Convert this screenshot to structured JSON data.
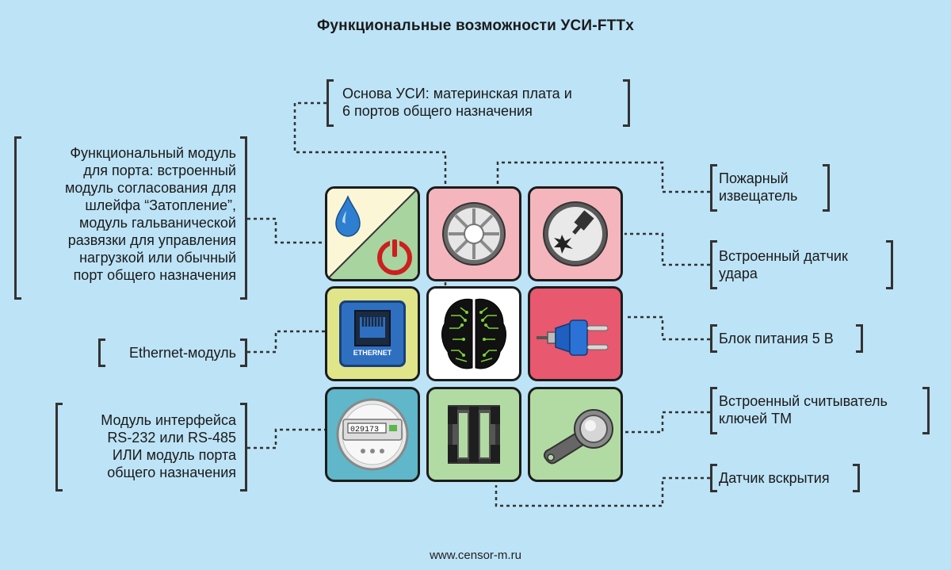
{
  "title": "Функциональные возможности УСИ-FTTx",
  "footer": "www.censor-m.ru",
  "labels": {
    "osnova": [
      "Основа УСИ: материнская плата и",
      "6 портов общего назначения"
    ],
    "func_module": [
      "Функциональный модуль",
      "для порта: встроенный",
      "модуль согласования для",
      "шлейфа “Затопление”,",
      "модуль гальванической",
      "развязки для управления",
      "нагрузкой или обычный",
      "порт общего назначения"
    ],
    "ethernet": "Ethernet-модуль",
    "interface": [
      "Модуль интерфейса",
      "RS-232 или RS-485",
      "ИЛИ модуль порта",
      "общего назначения"
    ],
    "fire": [
      "Пожарный",
      "извещатель"
    ],
    "shock": [
      "Встроенный датчик",
      "удара"
    ],
    "power": "Блок питания 5 В",
    "tm_reader": [
      "Встроенный считыватель",
      "ключей ТМ"
    ],
    "tamper": "Датчик вскрытия"
  },
  "icons": {
    "ethernet_caption": "ETHERNET",
    "meter_digits": "029173"
  },
  "colors": {
    "background": "#bde3f6",
    "tile_cream": "#fbf6d6",
    "tile_green": "#a8d4a0",
    "tile_pink": "#f4b6bc",
    "tile_white": "#ffffff",
    "tile_yellow": "#e0e58a",
    "tile_red": "#e8586e",
    "tile_teal": "#5fb7c9",
    "tile_light_green": "#b2dba4"
  }
}
